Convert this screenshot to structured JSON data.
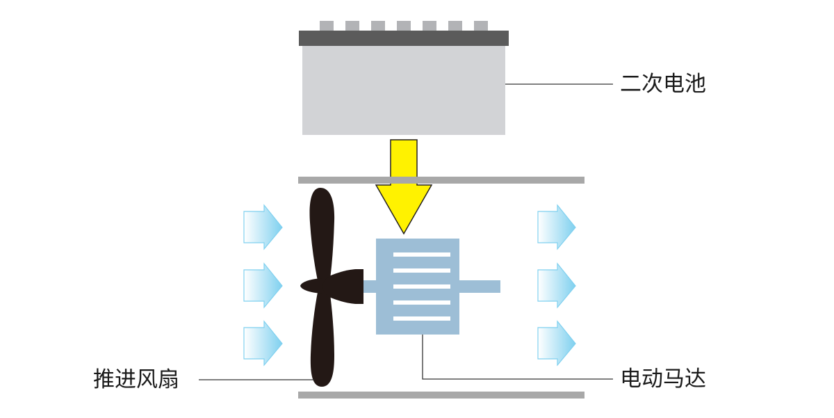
{
  "labels": {
    "battery": "二次电池",
    "fan": "推进风扇",
    "motor": "电动马达"
  },
  "colors": {
    "battery_body": "#d2d3d6",
    "battery_cap": "#5b5b5b",
    "battery_terminal": "#b2b3b6",
    "rail": "#a8a8a8",
    "arrow_fill": "#fff200",
    "arrow_stroke": "#231f20",
    "motor": "#9dbed6",
    "fan": "#231815",
    "airflow_start": "#ffffff",
    "airflow_end": "#7fd0ef",
    "leader_line": "#333333"
  },
  "icons": {
    "power_flow": "down-arrow-icon",
    "airflow": "chevron-arrow-icon",
    "fan": "propeller-icon",
    "motor": "electric-motor-icon",
    "battery": "battery-icon"
  }
}
